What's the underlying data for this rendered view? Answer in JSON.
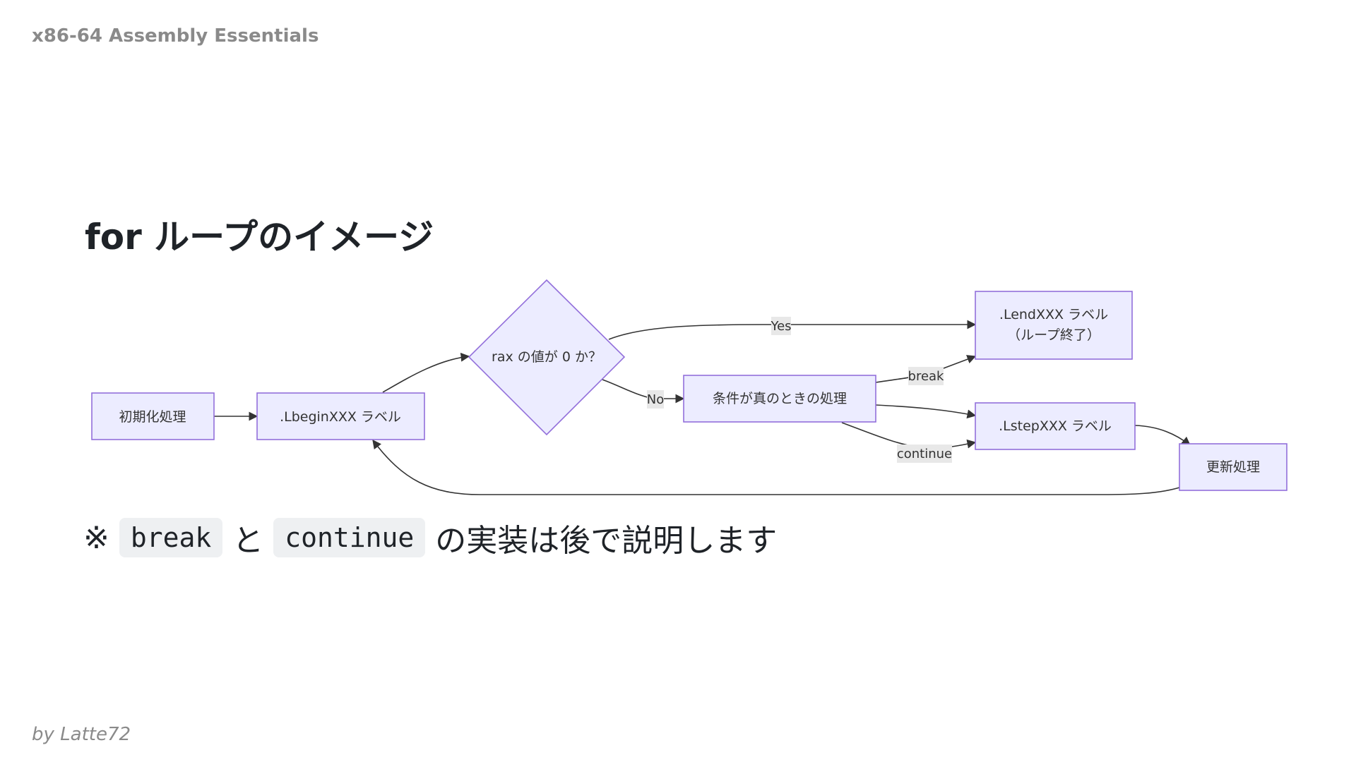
{
  "header": {
    "deck_title": "x86-64 Assembly Essentials"
  },
  "slide": {
    "title": "for ループのイメージ"
  },
  "diagram": {
    "nodes": {
      "init": "初期化処理",
      "begin": ".LbeginXXX ラベル",
      "cond": "rax の値が 0 か？",
      "body": "条件が真のときの処理",
      "end_line1": ".LendXXX ラベル",
      "end_line2": "（ループ終了）",
      "step": ".LstepXXX ラベル",
      "update": "更新処理"
    },
    "edge_labels": {
      "yes": "Yes",
      "no": "No",
      "break": "break",
      "continue": "continue"
    }
  },
  "note": {
    "mark": "※",
    "code1": "break",
    "mid": "と",
    "code2": "continue",
    "tail": "の実装は後で説明します"
  },
  "footer": {
    "author": "by Latte72"
  },
  "colors": {
    "node_fill": "#ececff",
    "node_stroke": "#9370db",
    "edge": "#333333",
    "edge_label_bg": "#e8e8e8",
    "code_bg": "#eef0f2"
  }
}
